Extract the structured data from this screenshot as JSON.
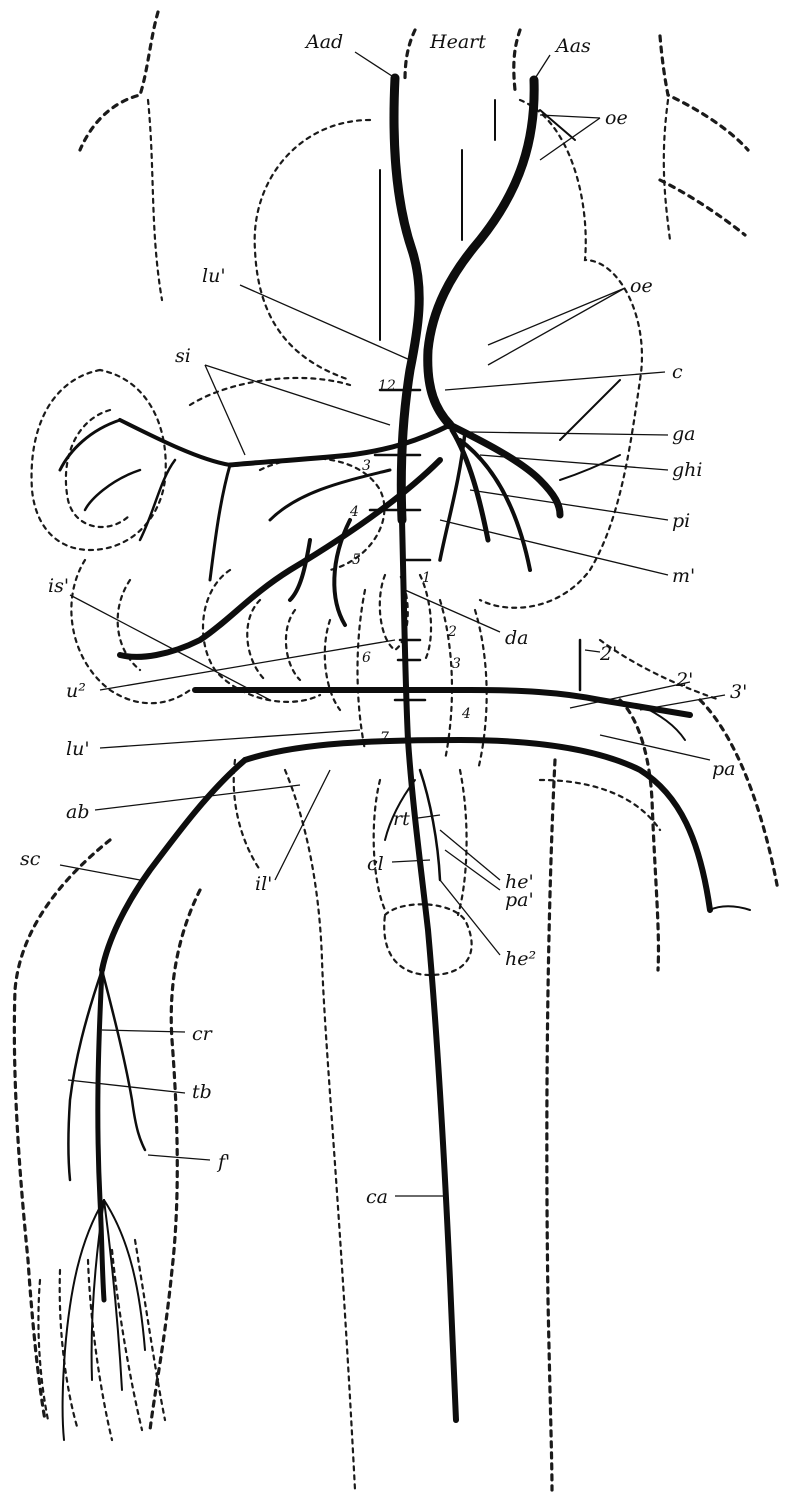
{
  "diagram": {
    "labels": {
      "aad": "Aad",
      "heart": "Heart",
      "aas": "Aas",
      "oe_top": "oe",
      "oe_mid": "oe",
      "lu1_top": "lu'",
      "si": "si",
      "c": "c",
      "ga": "ga",
      "ghi": "ghi",
      "pi": "pi",
      "m1": "m'",
      "is1": "is'",
      "da": "da",
      "u2": "u²",
      "lu1_low": "lu'",
      "ab": "ab",
      "il1": "il'",
      "sc": "sc",
      "rt": "rt",
      "cl": "cl",
      "he1": "he'",
      "pa1": "pa'",
      "he2": "he²",
      "pa": "pa",
      "n2p": "2'",
      "n2p_b": "2'",
      "n3p": "3'",
      "cr": "cr",
      "tb": "tb",
      "f1": "f'",
      "ca": "ca"
    },
    "segment_numbers": {
      "n12": "12",
      "n3a": "3",
      "n4a": "4",
      "n5a": "5",
      "n1": "1",
      "n2": "2",
      "n6": "6",
      "n3b": "3",
      "n4b": "4",
      "n7": "7"
    }
  }
}
